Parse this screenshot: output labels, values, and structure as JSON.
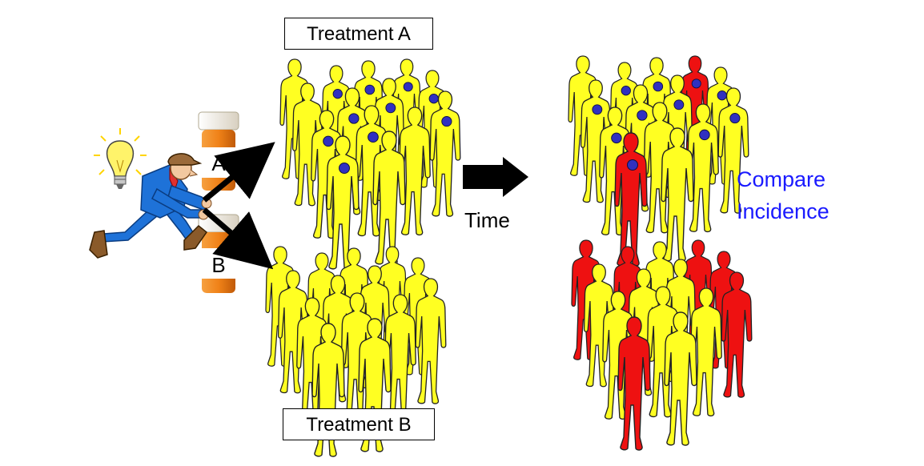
{
  "labels": {
    "treatment_a": "Treatment A",
    "treatment_b": "Treatment B",
    "bottle_a": "A",
    "bottle_b": "B",
    "time": "Time",
    "compare_line1": "Compare",
    "compare_line2": "Incidence"
  },
  "colors": {
    "healthy": "#ffff22",
    "outcome": "#ee1111",
    "exposure_dot": "#3030c0",
    "compare_text": "#1a1aff",
    "bottle": "#f08a1a",
    "cap": "#f4f0e6",
    "man_suit": "#1e72d8",
    "arrow": "#000000"
  },
  "groups": {
    "group_a_start": {
      "treatment": "A",
      "people": 14,
      "with_dot": 10,
      "outcome": 0
    },
    "group_b_start": {
      "treatment": "B",
      "people": 14,
      "with_dot": 0,
      "outcome": 0
    },
    "group_a_end": {
      "treatment": "A",
      "people": 14,
      "with_dot": 11,
      "outcome": 2
    },
    "group_b_end": {
      "treatment": "B",
      "people": 14,
      "with_dot": 0,
      "outcome": 6
    }
  }
}
